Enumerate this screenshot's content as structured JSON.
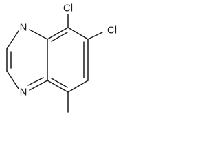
{
  "molecule": {
    "atom_labels": {
      "n_top": "N",
      "n_bottom": "N",
      "cl_upper": "Cl",
      "cl_right": "Cl"
    },
    "colors": {
      "bond": "#1a1a1a",
      "label": "#1a1a1a",
      "background": "#ffffff"
    }
  }
}
